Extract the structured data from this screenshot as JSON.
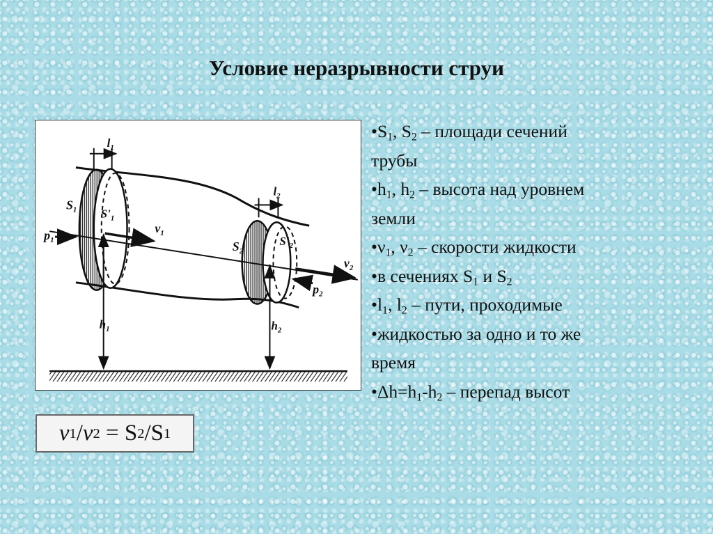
{
  "slide": {
    "title": "Условие неразрывности струи"
  },
  "diagram": {
    "labels": {
      "l1": "l",
      "l1_sub": "1",
      "l2": "l",
      "l2_sub": "2",
      "s1": "S",
      "s1_sub": "1",
      "s1_prime": "S'",
      "s1_prime_sub": "1",
      "s2": "S",
      "s2_sub": "2",
      "s2_prime": "S'",
      "s2_prime_sub": "2",
      "p1": "p",
      "p1_sub": "1",
      "p2": "p",
      "p2_sub": "2",
      "v1": "v",
      "v1_sub": "1",
      "v2": "v",
      "v2_sub": "2",
      "h1": "h",
      "h1_sub": "1",
      "h2": "h",
      "h2_sub": "2"
    }
  },
  "bullets": [
    {
      "bullet": "•",
      "a": "S",
      "a_sub": "1",
      "sep": ", ",
      "b": "S",
      "b_sub": "2",
      "rest": " – площади сечений"
    },
    {
      "text": "трубы"
    },
    {
      "bullet": "•",
      "a": "h",
      "a_sub": "1",
      "sep": ", ",
      "b": "h",
      "b_sub": "2",
      "rest": " – высота над уровнем"
    },
    {
      "text": "земли"
    },
    {
      "bullet": "•",
      "a": "ν",
      "a_sub": "1",
      "sep": ", ",
      "b": "ν",
      "b_sub": "2",
      "rest": " – скорости жидкости"
    },
    {
      "bullet": "•",
      "pre": "в сечениях ",
      "a": "S",
      "a_sub": "1",
      "sep": " и ",
      "b": "S",
      "b_sub": "2"
    },
    {
      "bullet": "•",
      "a": "l",
      "a_sub": "1",
      "sep": ", ",
      "b": "l",
      "b_sub": "2",
      "rest": " – пути, проходимые"
    },
    {
      "bullet": "•",
      "pre": "жидкостью за одно и то же"
    },
    {
      "text": "время"
    },
    {
      "bullet": "•",
      "pre": "Δh=h",
      "pre_sub": "1",
      "sep": "-h",
      "sep_sub": "2",
      "rest": " – перепад высот"
    }
  ],
  "formula": {
    "v1": "v",
    "v1_sub": "1",
    "slash1": "/",
    "v2": "v",
    "v2_sub": "2",
    "equals": " = ",
    "s2": "S",
    "s2_sub": "2",
    "slash2": "/",
    "s1": "S",
    "s1_sub": "1"
  }
}
